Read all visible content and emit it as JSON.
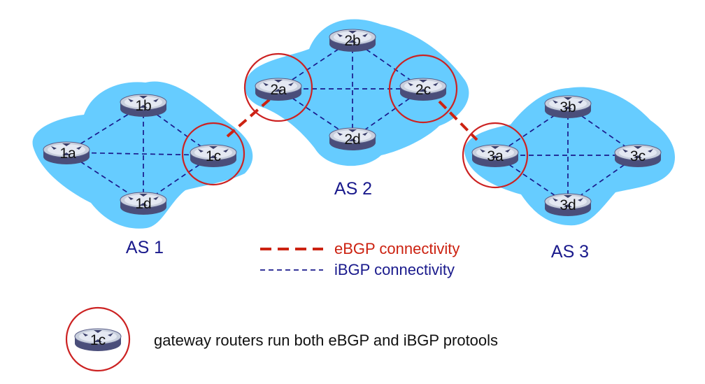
{
  "colors": {
    "cloud": "#66ccff",
    "ibgp": "#1a1a8c",
    "ebgp": "#cc2211",
    "gateway_ring": "#cc2222",
    "router_top": "#c8cfdd",
    "router_side": "#4a4e7a"
  },
  "as_labels": {
    "as1": "AS 1",
    "as2": "AS 2",
    "as3": "AS 3"
  },
  "routers": {
    "r1a": "1a",
    "r1b": "1b",
    "r1c": "1c",
    "r1d": "1d",
    "r2a": "2a",
    "r2b": "2b",
    "r2c": "2c",
    "r2d": "2d",
    "r3a": "3a",
    "r3b": "3b",
    "r3c": "3c",
    "r3d": "3d"
  },
  "legend": {
    "ebgp_label": "eBGP connectivity",
    "ibgp_label": "iBGP connectivity"
  },
  "footnote": {
    "router_label": "1c",
    "text": "gateway routers run both eBGP and iBGP protools"
  }
}
